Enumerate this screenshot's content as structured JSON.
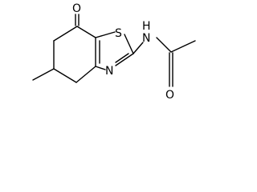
{
  "structure": {
    "atoms": {
      "ketone_oxygen": "O",
      "sulfur": "S",
      "amide_nitrogen": "N",
      "amide_hydrogen": "H",
      "ring_nitrogen": "N",
      "acetyl_oxygen": "O"
    }
  },
  "colors": {
    "bond": "#000000",
    "atom_label": "#000000",
    "background": "#ffffff"
  }
}
